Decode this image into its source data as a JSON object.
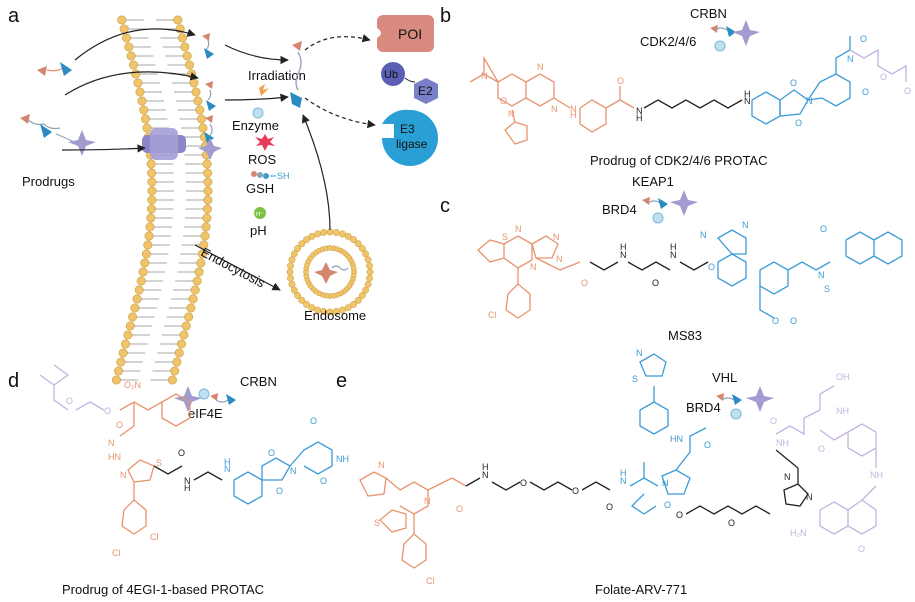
{
  "panels": {
    "a": "a",
    "b": "b",
    "c": "c",
    "d": "d",
    "e": "e"
  },
  "panel_a": {
    "prodrugs": "Prodrugs",
    "irradiation": "Irradiation",
    "enzyme": "Enzyme",
    "ros": "ROS",
    "gsh": "GSH",
    "sh": "SH",
    "ph": "pH",
    "h_plus": "H⁺",
    "endocytosis": "Endocytosis",
    "endosome": "Endosome",
    "poi": "POI",
    "ub": "Ub",
    "e2": "E2",
    "e3_line1": "E3",
    "e3_line2": "ligase"
  },
  "panel_b": {
    "target1": "CRBN",
    "target2": "CDK2/4/6",
    "caption": "Prodrug of CDK2/4/6 PROTAC"
  },
  "panel_c": {
    "target1": "KEAP1",
    "target2": "BRD4",
    "caption": "MS83"
  },
  "panel_d": {
    "target1": "CRBN",
    "target2": "eIF4E",
    "caption": "Prodrug of 4EGI-1-based PROTAC"
  },
  "panel_e": {
    "target1": "VHL",
    "target2": "BRD4",
    "caption": "Folate-ARV-771"
  },
  "atoms": {
    "N": "N",
    "O": "O",
    "H": "H",
    "S": "S",
    "Cl": "Cl",
    "NH": "NH",
    "HN": "HN",
    "OH": "OH",
    "NO2": "O₂N",
    "NH2": "H₂N",
    "H2N": "H₂N"
  },
  "colors": {
    "orange": "#e8936f",
    "blue": "#3b9bd6",
    "lavender": "#c4b3df",
    "poi": "#d98a7e",
    "e3": "#2a9fd6",
    "ub": "#5b5fb5",
    "e2": "#7a7fc9",
    "membrane_head": "#f0c46a"
  }
}
